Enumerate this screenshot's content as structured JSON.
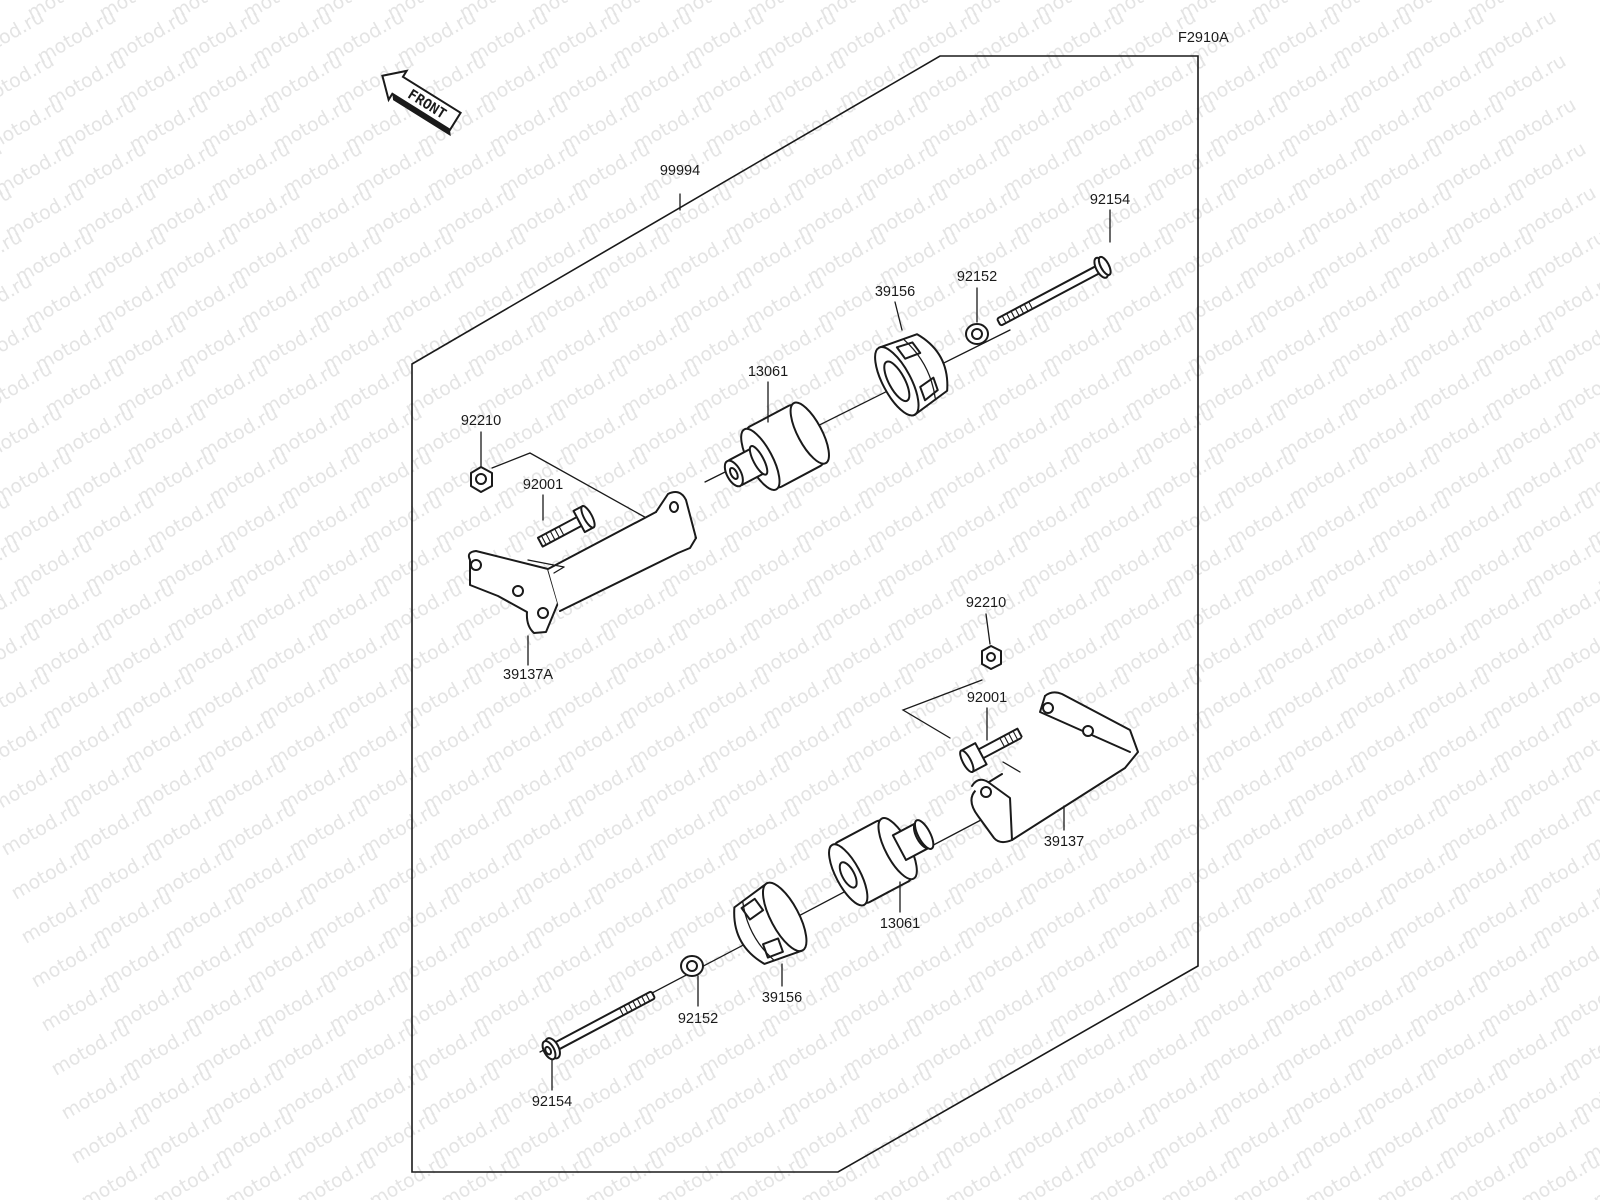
{
  "drawing_code": "F2910A",
  "front_label": "FRONT",
  "watermark_text": "motod.ru",
  "kit_label": "99994",
  "labels": {
    "upper_bolt": "92154",
    "upper_washer": "92152",
    "upper_cap": "39156",
    "upper_slider": "13061",
    "upper_nut": "92210",
    "upper_flange_bolt": "92001",
    "upper_bracket": "39137A",
    "lower_nut": "92210",
    "lower_flange_bolt": "92001",
    "lower_bracket": "39137",
    "lower_slider": "13061",
    "lower_cap": "39156",
    "lower_washer": "92152",
    "lower_bolt": "92154"
  },
  "colors": {
    "line": "#1a1a1a",
    "watermark": "#e4e4e4",
    "background": "#ffffff"
  }
}
